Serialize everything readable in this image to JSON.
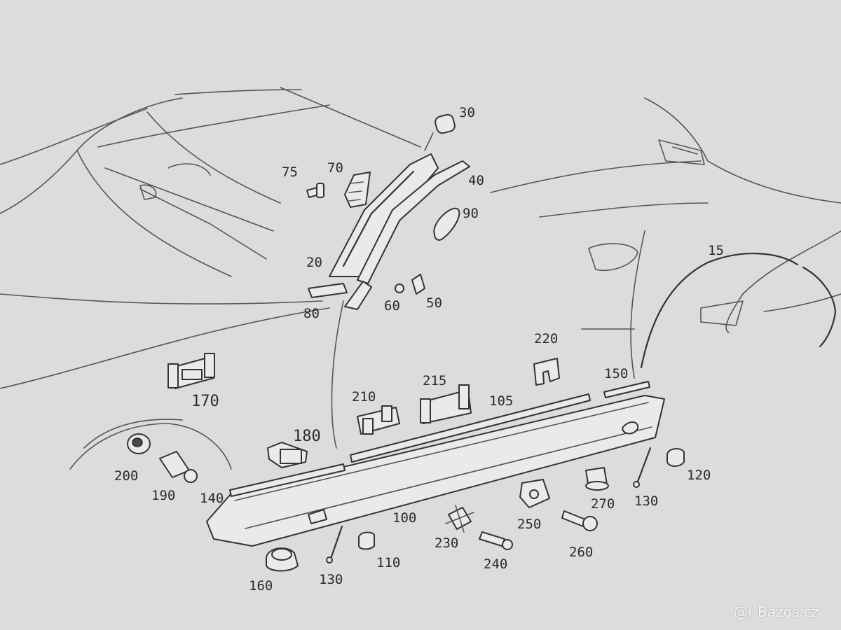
{
  "labels": {
    "p15": "15",
    "p20": "20",
    "p30": "30",
    "p40": "40",
    "p50": "50",
    "p60": "60",
    "p70": "70",
    "p75": "75",
    "p80": "80",
    "p90": "90",
    "p100": "100",
    "p105": "105",
    "p110": "110",
    "p120": "120",
    "p130a": "130",
    "p130b": "130",
    "p140": "140",
    "p150": "150",
    "p160": "160",
    "p170": "170",
    "p180": "180",
    "p190": "190",
    "p200": "200",
    "p210": "210",
    "p215": "215",
    "p220": "220",
    "p230": "230",
    "p240": "240",
    "p250": "250",
    "p260": "260",
    "p270": "270"
  },
  "watermark": "@( Bazos.cz"
}
